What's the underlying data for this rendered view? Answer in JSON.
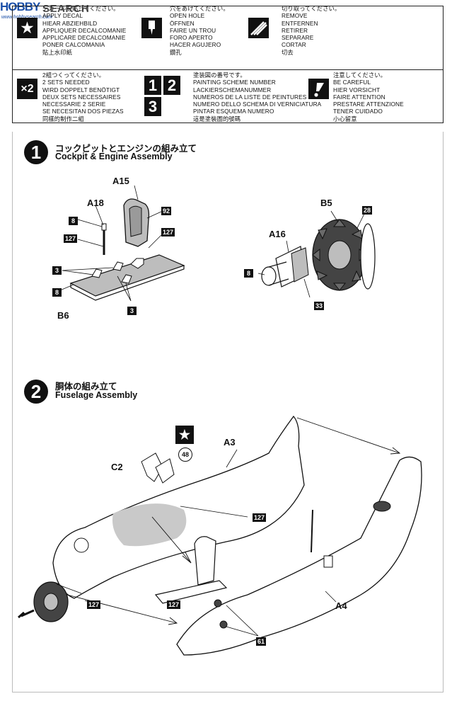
{
  "watermark": {
    "logo": "HOBBY",
    "brand": "SEARCH",
    "sub": "www.hobbysearch.com"
  },
  "legend": {
    "apply_decal": {
      "icon": "★",
      "lines": [
        "デカールを貼ってください。",
        "APPLY DECAL",
        "HIEAR ABZIEHBILD",
        "APPLIQUER DECALCOMANIE",
        "APPLICARE DECALCOMANIE",
        "PONER CALCOMANIA",
        "貼上水印紙"
      ]
    },
    "open_hole": {
      "lines": [
        "穴をあけてください。",
        "OPEN HOLE",
        "ÖFFNEN",
        "FAIRE UN TROU",
        "FORO APERTO",
        "HACER AGUJERO",
        "鑽孔"
      ]
    },
    "remove": {
      "lines": [
        "切り取ってください。",
        "REMOVE",
        "ENTFERNEN",
        "RETIRER",
        "SEPARARE",
        "CORTAR",
        "切去"
      ]
    },
    "make_two": {
      "icon": "×2",
      "lines": [
        "2組つくってください。",
        "2 SETS NEEDED",
        "WIRD DOPPELT BENÖTIGT",
        "DEUX SETS NECESSAIRES",
        "NECESSARIE 2 SERIE",
        "SE NECESITAN DOS PIEZAS",
        "同樣的制作二組"
      ]
    },
    "scheme": {
      "digits": [
        "1",
        "2",
        "3"
      ],
      "lines": [
        "塗装図の番号です。",
        "PAINTING SCHEME NUMBER",
        "LACKIERSCHEMANUMMER",
        "NUMEROS DE LA LISTE DE PEINTURES",
        "NUMERO DELLO SCHEMA DI VERNICIATURA",
        "PINTAR ESQUEMA NUMERO",
        "這是塗裝圖的號碼"
      ]
    },
    "careful": {
      "lines": [
        "注意してください。",
        "BE CAREFUL",
        "HIER VORSICHT",
        "FAIRE ATTENTION",
        "PRESTARE ATTENZIONE",
        "TENER CUIDADO",
        "小心留意"
      ]
    }
  },
  "step1": {
    "number": "1",
    "title_jp": "コックピットとエンジンの組み立て",
    "title_en": "Cockpit & Engine Assembly",
    "parts": {
      "a15": "A15",
      "a18": "A18",
      "b6": "B6",
      "b5": "B5",
      "a16": "A16"
    },
    "colors": {
      "c92": "92",
      "c127a": "127",
      "c127b": "127",
      "c8a": "8",
      "c8b": "8",
      "c3a": "3",
      "c3b": "3",
      "c28": "28",
      "c8c": "8",
      "c33": "33"
    }
  },
  "step2": {
    "number": "2",
    "title_jp": "胴体の組み立て",
    "title_en": "Fuselage Assembly",
    "decal_no": "48",
    "parts": {
      "c2": "C2",
      "a3": "A3",
      "a4": "A4"
    },
    "colors": {
      "c127a": "127",
      "c127b": "127",
      "c127c": "127",
      "c61": "61"
    }
  },
  "colors": {
    "ink": "#111111",
    "grey_fill": "#bdbdbd",
    "dark_fill": "#444444"
  }
}
